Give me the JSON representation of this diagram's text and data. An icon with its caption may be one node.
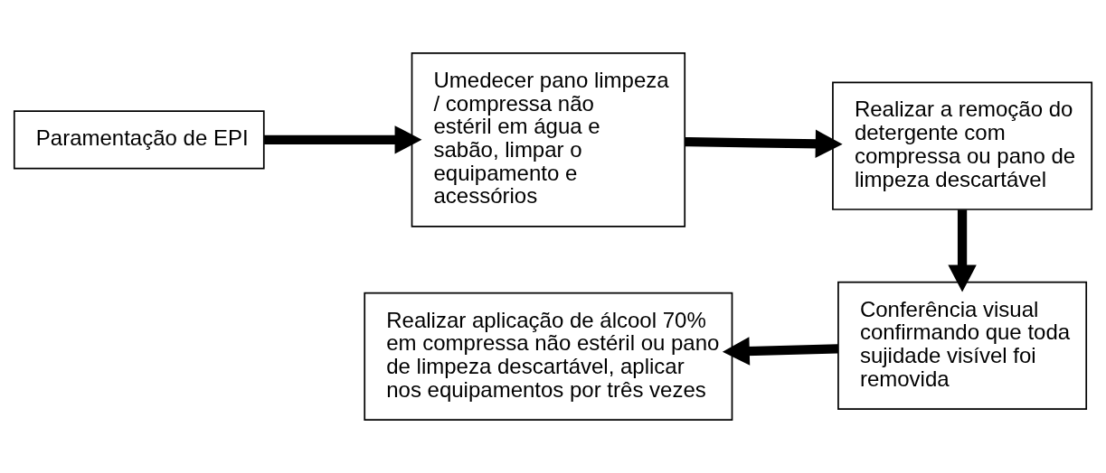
{
  "diagram": {
    "nodes": [
      {
        "text": [
          "Paramentação de EPI"
        ]
      },
      {
        "text": [
          "Umedecer pano limpeza / compressa não estéril em água e sabão, limpar o equipamento e acessórios"
        ]
      },
      {
        "text": [
          "Realizar a remoção do detergente com compressa ou pano de limpeza descartável"
        ]
      },
      {
        "text": [
          "Conferência visual confirmando que toda sujidade visível foi removida"
        ]
      },
      {
        "text": [
          "Realizar aplicação de álcool 70% em compressa não estéril ou pano de limpeza descartável, aplicar nos equipamentos por três vezes"
        ]
      }
    ],
    "edges": [
      {
        "from": 0,
        "to": 1,
        "arrow": "to"
      },
      {
        "from": 1,
        "to": 2,
        "arrow": "to"
      },
      {
        "from": 2,
        "to": 3,
        "arrow": "to"
      },
      {
        "from": 3,
        "to": 4,
        "arrow": "to"
      }
    ]
  }
}
